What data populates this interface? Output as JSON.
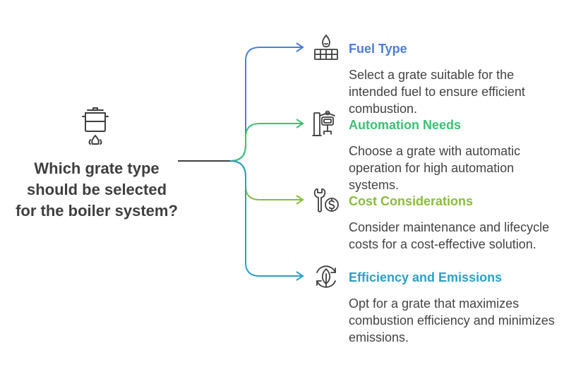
{
  "question": "Which grate type should be selected for the boiler system?",
  "colors": {
    "stem": "#3f3f3f",
    "icon": "#3f3f3f",
    "fuel": "#4b7fd6",
    "automation": "#3cc074",
    "cost": "#89bd3c",
    "efficiency": "#2aa1c6"
  },
  "branches": [
    {
      "title": "Fuel Type",
      "desc": "Select a grate suitable for the intended fuel to ensure efficient combustion.",
      "icon": "flame-grate-icon"
    },
    {
      "title": "Automation Needs",
      "desc": "Choose a grate with automatic operation for high automation systems.",
      "icon": "robot-arm-icon"
    },
    {
      "title": "Cost Considerations",
      "desc": "Consider maintenance and lifecycle costs for a cost-effective solution.",
      "icon": "wrench-dollar-icon"
    },
    {
      "title": "Efficiency and Emissions",
      "desc": "Opt for a grate that maximizes combustion efficiency and minimizes emissions.",
      "icon": "eco-cycle-icon"
    }
  ]
}
